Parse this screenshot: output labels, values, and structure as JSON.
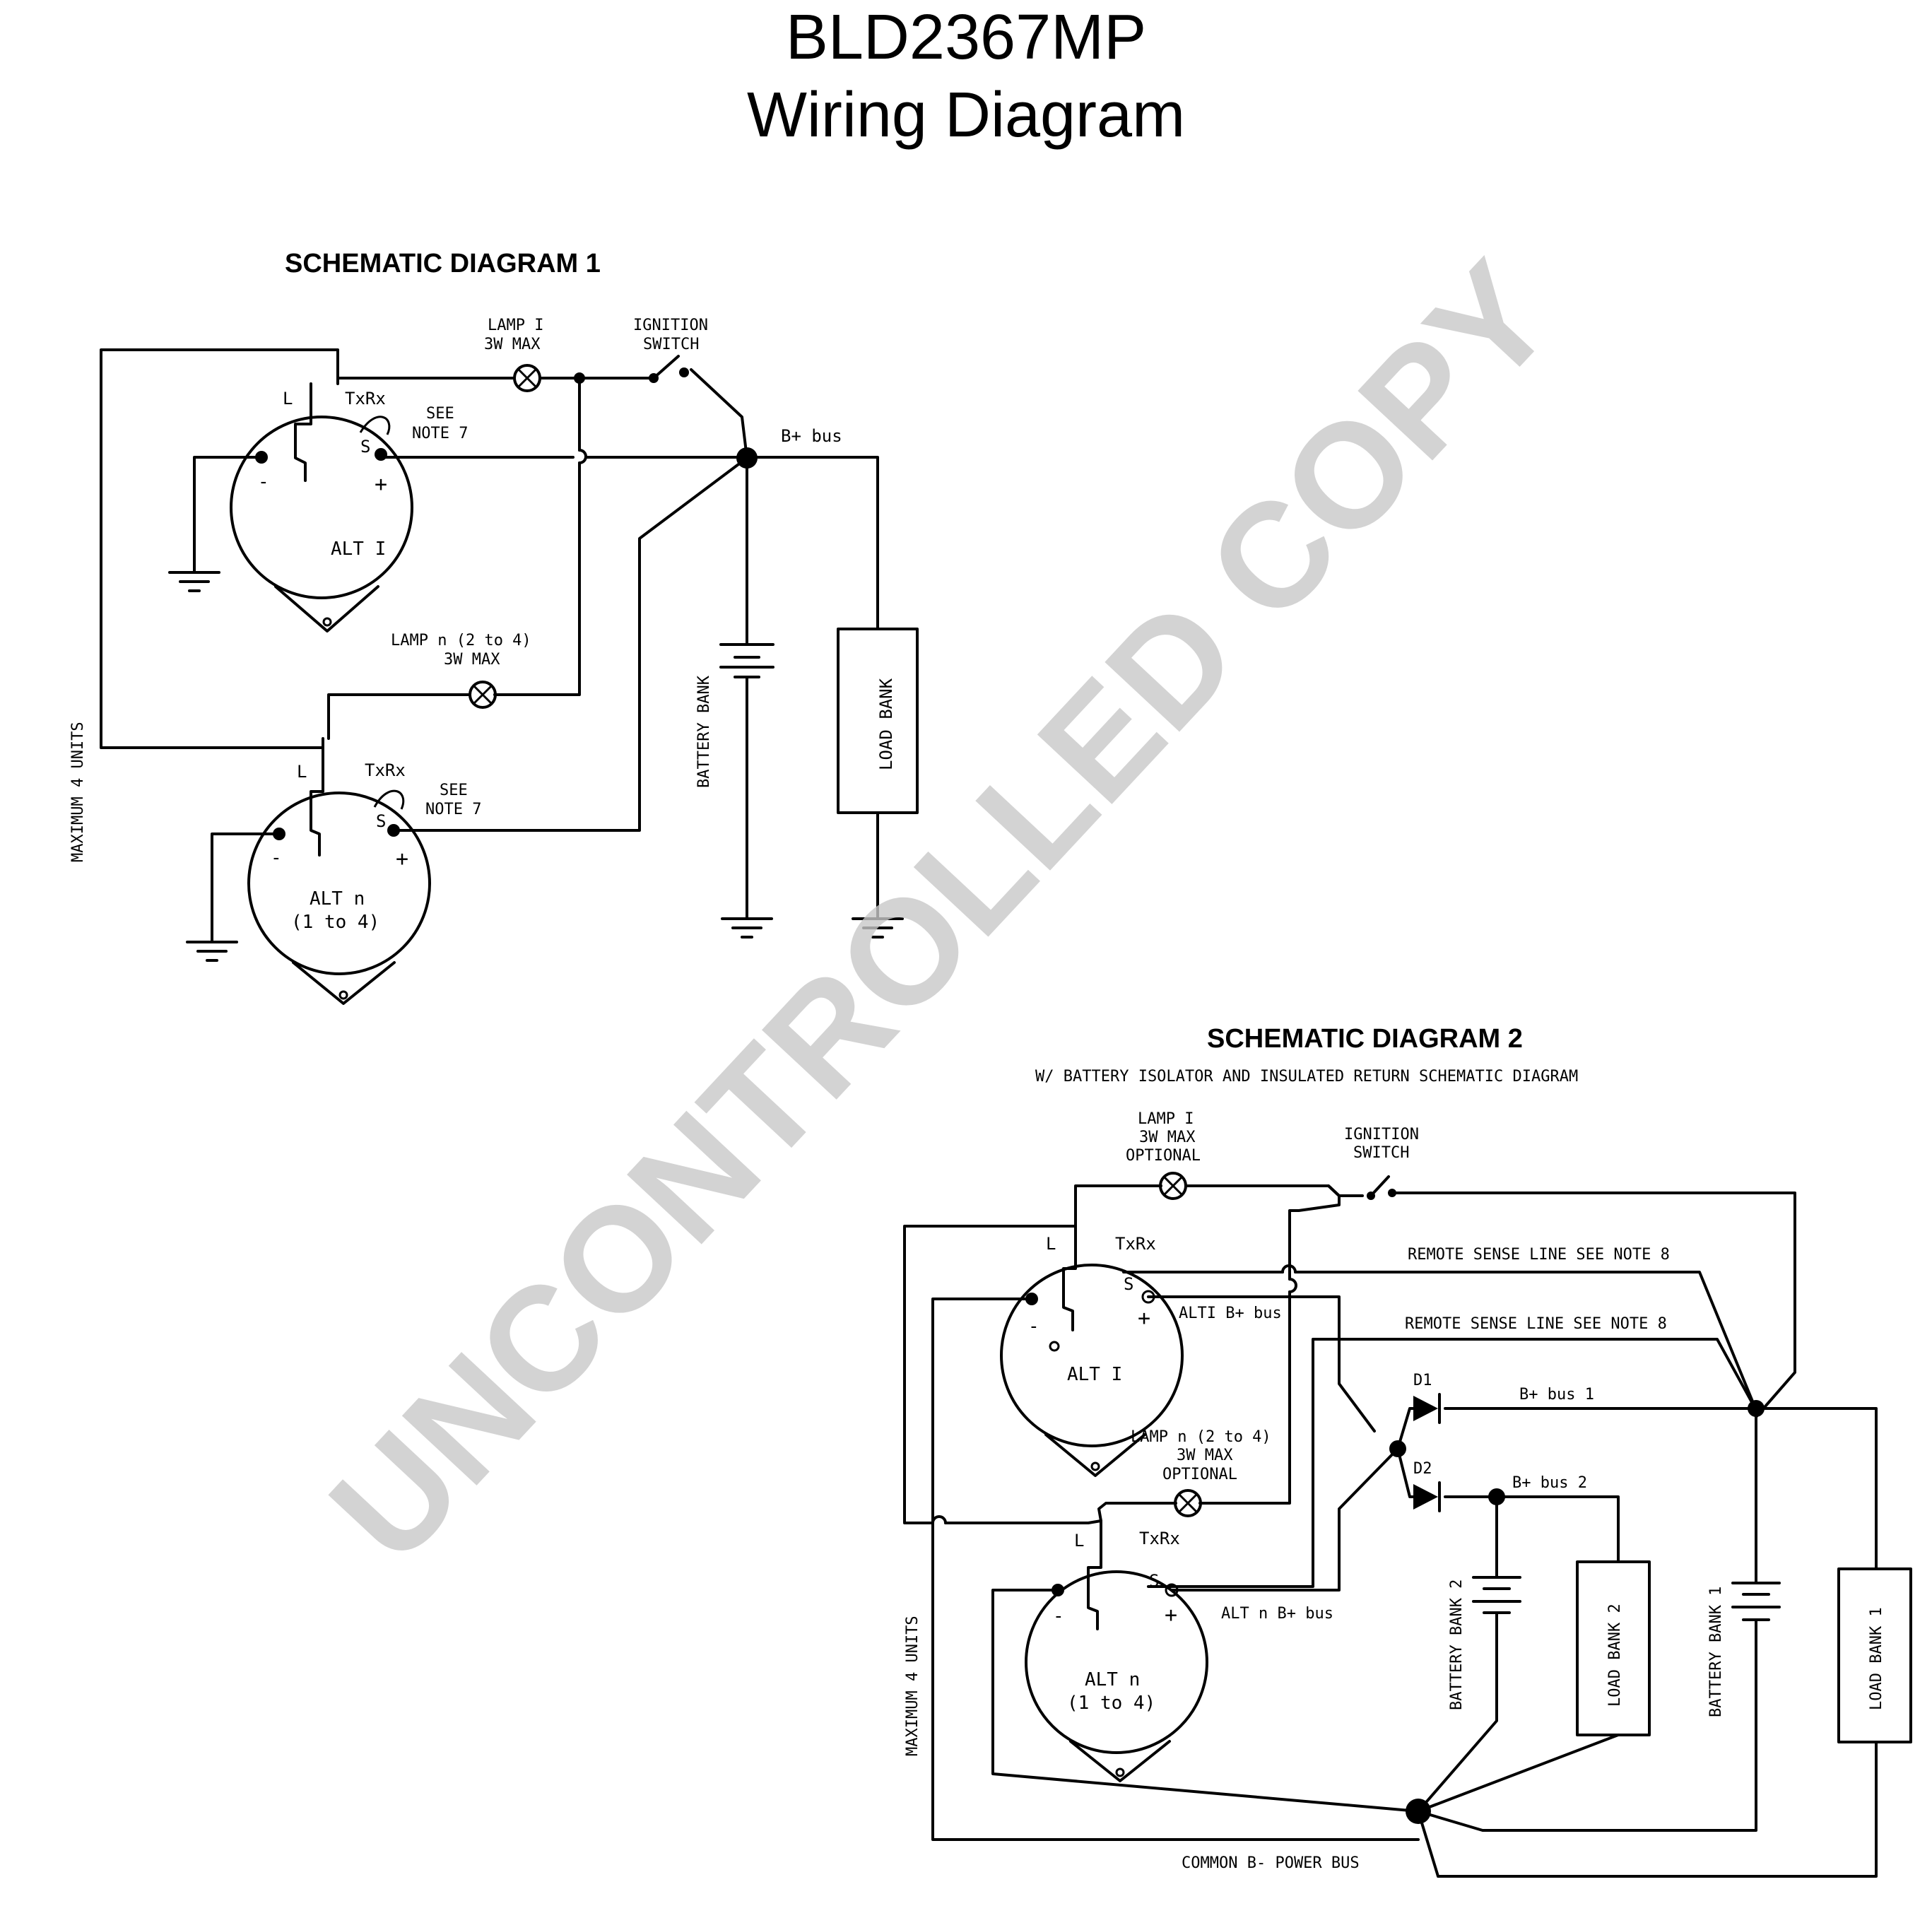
{
  "header": {
    "model": "BLD2367MP",
    "subtitle": "Wiring Diagram"
  },
  "watermark": "UNCONTROLLED COPY",
  "diagram1": {
    "heading": "SCHEMATIC DIAGRAM 1",
    "lamp1": [
      "LAMP I",
      "3W MAX"
    ],
    "ignition": [
      "IGNITION",
      "SWITCH"
    ],
    "note": [
      "SEE",
      "NOTE 7"
    ],
    "bplus": "B+ bus",
    "lampn": [
      "LAMP n (2 to 4)",
      "3W MAX"
    ],
    "alt1": "ALT I",
    "altn": [
      "ALT n",
      "(1 to 4)"
    ],
    "battery": "BATTERY BANK",
    "load": "LOAD BANK",
    "max_units": "MAXIMUM 4 UNITS",
    "term_L": "L",
    "term_txrx": "TxRx",
    "term_S": "S",
    "term_minus": "-",
    "term_plus": "+"
  },
  "diagram2": {
    "heading": "SCHEMATIC DIAGRAM 2",
    "subheading": "W/ BATTERY ISOLATOR AND INSULATED RETURN SCHEMATIC DIAGRAM",
    "lamp1": [
      "LAMP I",
      "3W MAX",
      "OPTIONAL"
    ],
    "ignition": [
      "IGNITION",
      "SWITCH"
    ],
    "remote1": "REMOTE SENSE LINE SEE NOTE 8",
    "remote2": "REMOTE SENSE LINE SEE NOTE 8",
    "alt1_bus": "ALTI B+ bus",
    "altn_bus": "ALT n B+ bus",
    "d1": "D1",
    "d2": "D2",
    "bus1": "B+ bus 1",
    "bus2": "B+ bus 2",
    "lampn": [
      "LAMP n (2 to 4)",
      "3W MAX",
      "OPTIONAL"
    ],
    "alt1": "ALT I",
    "altn": [
      "ALT n",
      "(1 to 4)"
    ],
    "battery2": "BATTERY BANK 2",
    "load2": "LOAD BANK 2",
    "battery1": "BATTERY BANK 1",
    "load1": "LOAD BANK 1",
    "max_units": "MAXIMUM 4 UNITS",
    "common": "COMMON B- POWER BUS",
    "term_L": "L",
    "term_txrx": "TxRx",
    "term_S": "S",
    "term_minus": "-",
    "term_plus": "+"
  }
}
